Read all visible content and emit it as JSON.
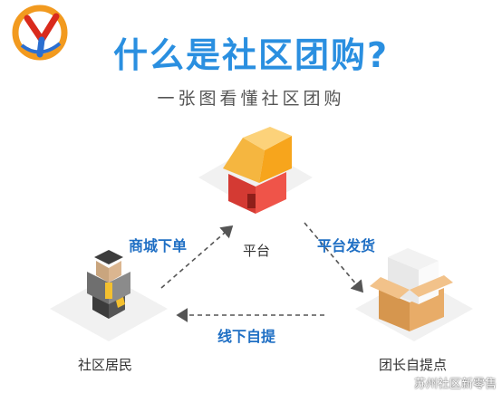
{
  "header": {
    "title": "什么是社区团购?",
    "subtitle": "一张图看懂社区团购"
  },
  "nodes": {
    "platform": "平台",
    "resident": "社区居民",
    "leader": "团长自提点"
  },
  "edges": {
    "order": "商城下单",
    "ship": "平台发货",
    "pickup": "线下自提"
  },
  "watermark": "苏州社区新零售",
  "colors": {
    "title_blue": "#2a8fe0",
    "edge_blue": "#1f6fc4",
    "roof_orange": "#f7a51c",
    "house_red": "#e8453c",
    "box_tan": "#e0a865"
  }
}
